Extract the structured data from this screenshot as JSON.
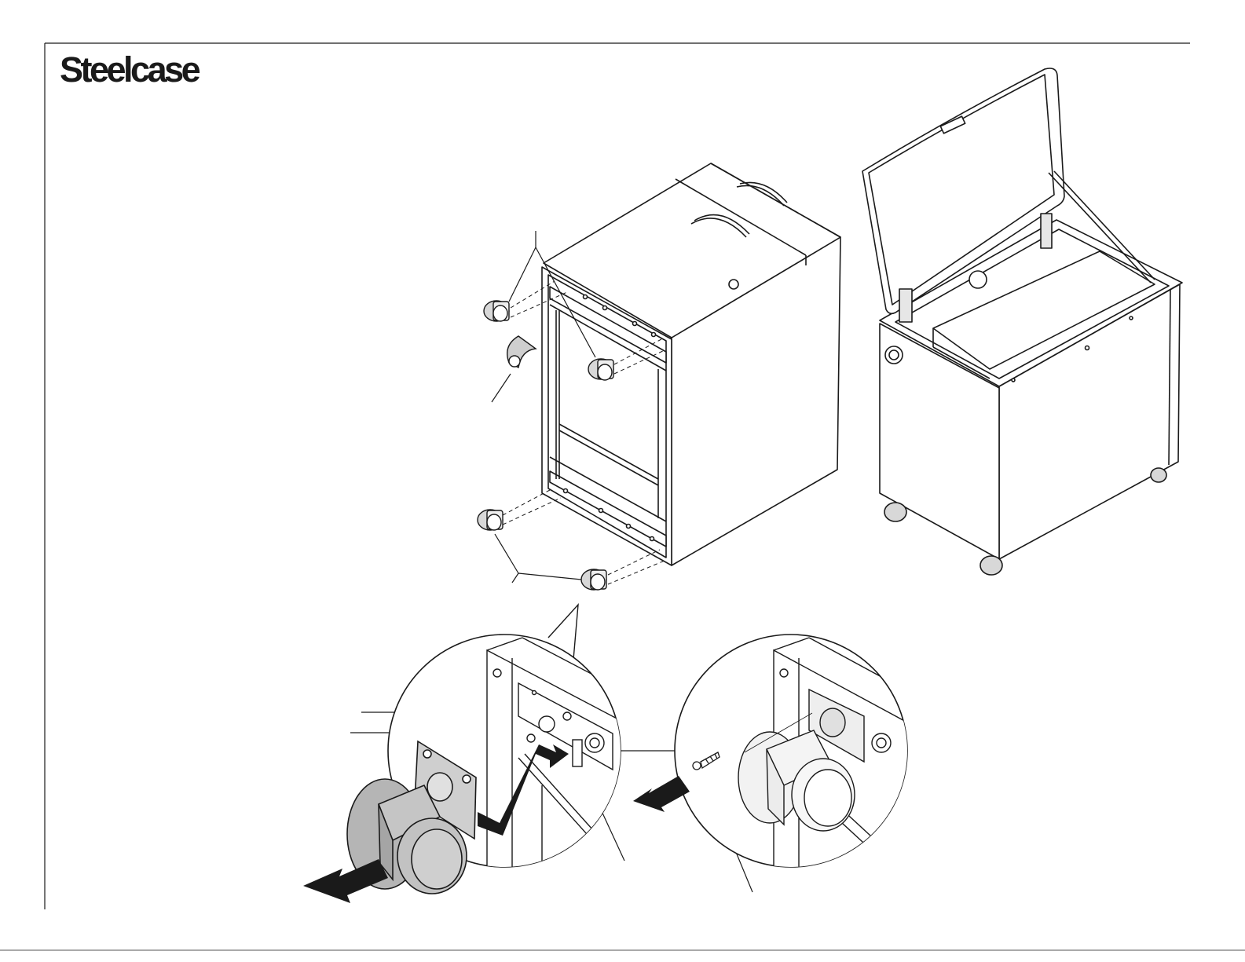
{
  "document": {
    "brand": "Steelcase",
    "content_type": "assembly instruction illustration",
    "colors": {
      "line": "#1a1a1a",
      "paper": "#ffffff",
      "caster_fill": "#b5b5b5",
      "caster_shadow": "#8c8c8c",
      "arrow": "#1a1a1a"
    }
  },
  "figures": [
    {
      "id": "cabinet-upside-down",
      "icon": "cabinet-bottom-view-icon"
    },
    {
      "id": "cabinet-open-lid",
      "icon": "cabinet-open-lid-icon"
    },
    {
      "id": "detail-insert-caster",
      "icon": "caster-insert-detail-icon"
    },
    {
      "id": "detail-screw-caster",
      "icon": "caster-screw-detail-icon"
    }
  ]
}
